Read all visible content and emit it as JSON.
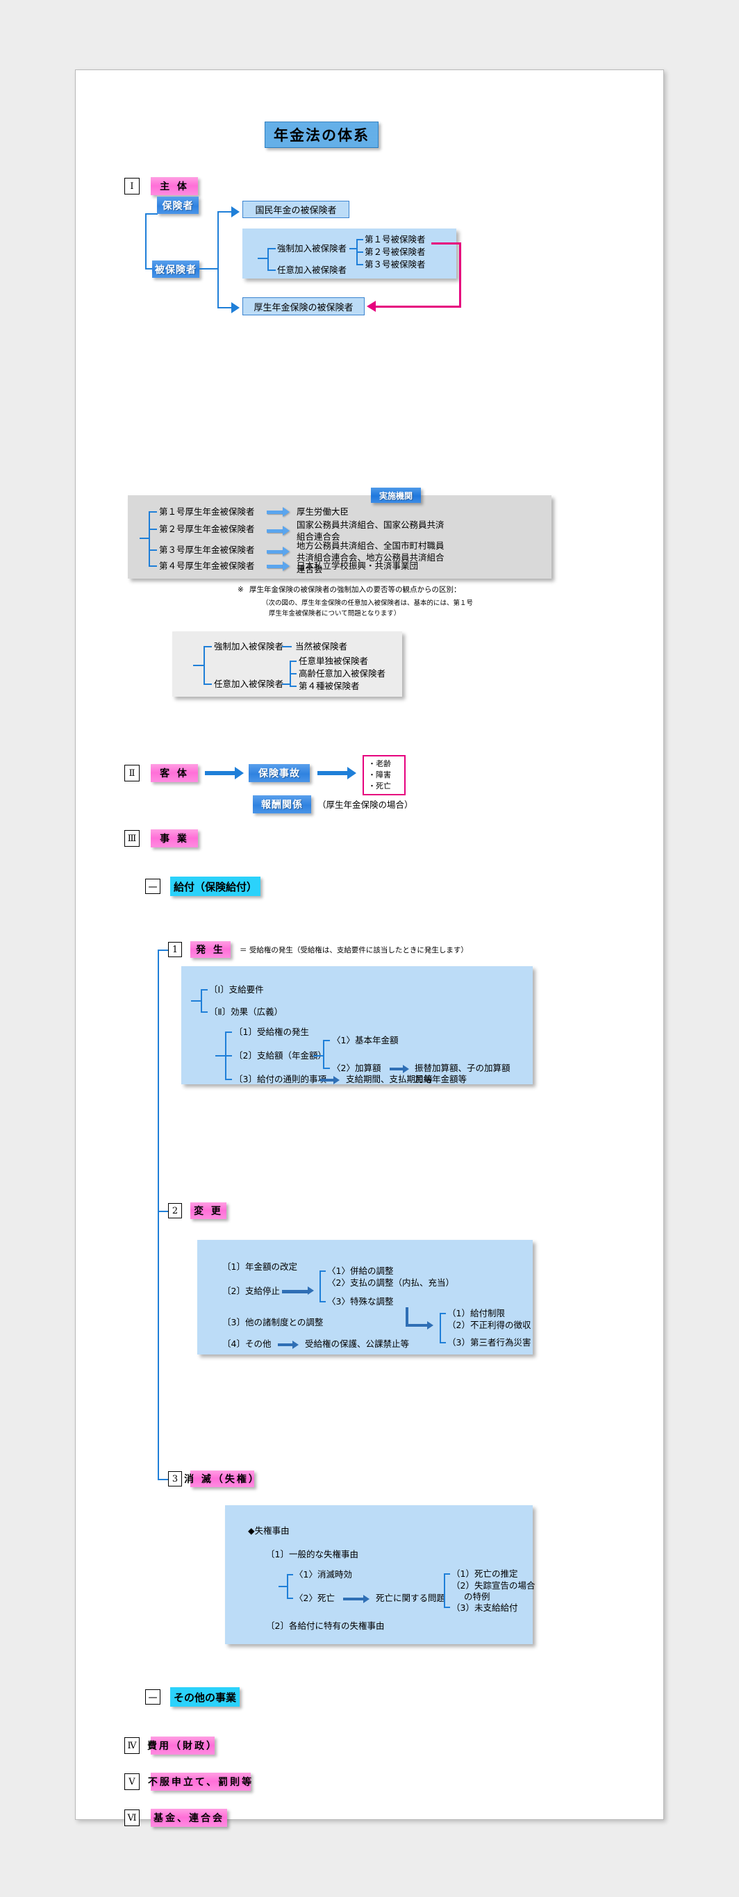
{
  "title": "年金法の体系",
  "sections": {
    "s1": {
      "num": "Ⅰ",
      "label": "主 体"
    },
    "s2": {
      "num": "Ⅱ",
      "label": "客 体"
    },
    "s3": {
      "num": "Ⅲ",
      "label": "事 業"
    },
    "s4": {
      "num": "Ⅳ",
      "label": "費用（財政）"
    },
    "s5": {
      "num": "Ⅴ",
      "label": "不服申立て、罰則等"
    },
    "s6": {
      "num": "Ⅵ",
      "label": "基金、連合会"
    }
  },
  "subject": {
    "insurer": "保険者",
    "insured": "被保険者",
    "np_insured": "国民年金の被保険者",
    "ep_insured": "厚生年金保険の被保険者",
    "mandatory": "強制加入被保険者",
    "voluntary": "任意加入被保険者",
    "categories": [
      "第１号被保険者",
      "第２号被保険者",
      "第３号被保険者"
    ]
  },
  "agency": {
    "heading": "実施機関",
    "rows": [
      {
        "left": "第１号厚生年金被保険者",
        "right": "厚生労働大臣"
      },
      {
        "left": "第２号厚生年金被保険者",
        "right": "国家公務員共済組合、国家公務員共済\n組合連合会"
      },
      {
        "left": "第３号厚生年金被保険者",
        "right": "地方公務員共済組合、全国市町村職員\n共済組合連合会、地方公務員共済組合\n連合会"
      },
      {
        "left": "第４号厚生年金被保険者",
        "right": "日本私立学校振興・共済事業団"
      }
    ]
  },
  "note": {
    "mark": "※",
    "line1": "厚生年金保険の被保険者の強制加入の要否等の観点からの区別：",
    "line2": "（次の図の、厚生年金保険の任意加入被保険者は、基本的には、第１号",
    "line3": "厚生年金被保険者について問題となります）"
  },
  "enrollment": {
    "mandatory": "強制加入被保険者",
    "mandatory_child": "当然被保険者",
    "voluntary": "任意加入被保険者",
    "voluntary_children": [
      "任意単独被保険者",
      "高齢任意加入被保険者",
      "第４種被保険者"
    ]
  },
  "object": {
    "accident": "保険事故",
    "events": [
      "・老齢",
      "・障害",
      "・死亡"
    ],
    "remuneration": "報酬関係",
    "remuneration_note": "（厚生年金保険の場合）"
  },
  "business": {
    "benefit_marker": "一",
    "benefit_label": "給付（保険給付）",
    "other_marker": "一",
    "other_label": "その他の事業"
  },
  "occurrence": {
    "num": "1",
    "label": "発 生",
    "desc": "＝ 受給権の発生（受給権は、支給要件に該当したときに発生します）",
    "items": [
      "〔Ⅰ〕支給要件",
      "〔Ⅱ〕効果（広義）"
    ],
    "effects": [
      "〔1〕受給権の発生",
      "〔2〕支給額（年金額）",
      "〔3〕給付の通則的事項"
    ],
    "amount_children": [
      "〈1〉基本年金額",
      "〈2〉加算額"
    ],
    "addition_detail_l1": "振替加算額、子の加算額",
    "addition_detail_l2": "加給年金額等",
    "general_detail": "支給期間、支払期月等"
  },
  "change": {
    "num": "2",
    "label": "変 更",
    "items": [
      "〔1〕年金額の改定",
      "〔2〕支給停止",
      "〔3〕他の諸制度との調整",
      "〔4〕その他"
    ],
    "suspension_children": [
      "〈1〉併給の調整",
      "〈2〉支払の調整（内払、充当）",
      "〈3〉特殊な調整"
    ],
    "special_children": [
      "（1）給付制限",
      "（2）不正利得の徴収",
      "（3）第三者行為災害"
    ],
    "other_detail": "受給権の保護、公課禁止等"
  },
  "extinction": {
    "num": "3",
    "label": "消 滅（失権）",
    "heading": "◆失権事由",
    "item1": "〔1〕一般的な失権事由",
    "sub1": "〈1〉消滅時効",
    "sub2": "〈2〉死亡",
    "death_topic": "死亡に関する問題",
    "death_children_l1": "（1）死亡の推定",
    "death_children_l2a": "（2）失踪宣告の場合",
    "death_children_l2b": "の特例",
    "death_children_l3": "（3）未支給給付",
    "item2": "〔2〕各給付に特有の失権事由"
  },
  "colors": {
    "title_bg": "#5aa9e6",
    "pink": "#ff6fd8",
    "blue": "#2f82e0",
    "cyan": "#2bd2fb",
    "panel_blue": "#bcdcf7",
    "panel_gray": "#d9d9d9",
    "line": "#1f7fd8",
    "magenta": "#e6007e"
  }
}
